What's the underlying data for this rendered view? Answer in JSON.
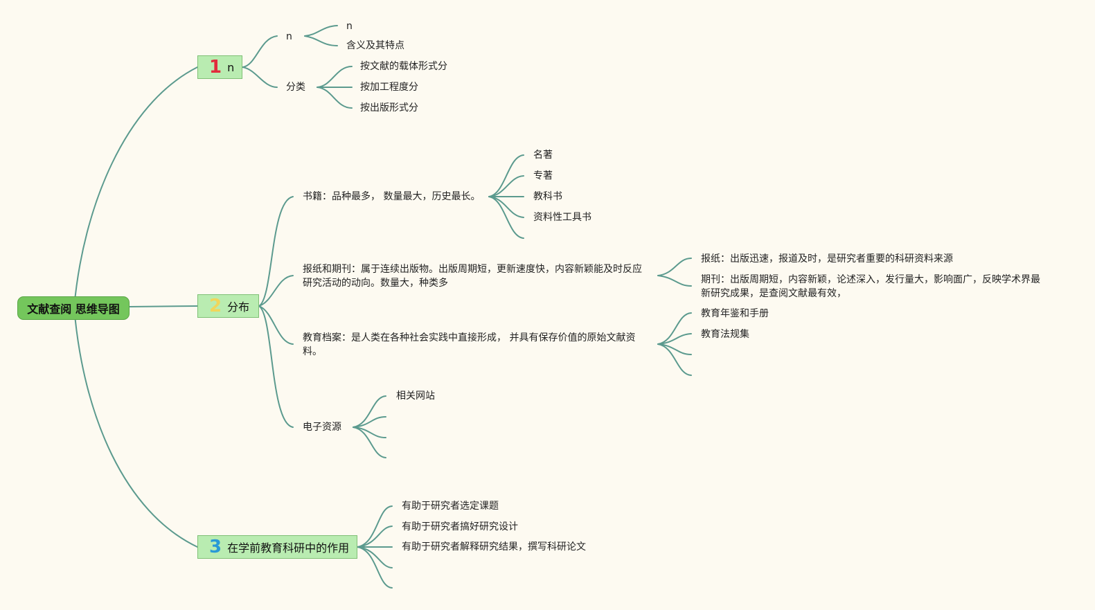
{
  "root": {
    "label": "文献查阅 思维导图"
  },
  "colors": {
    "background": "#fdfaf1",
    "link": "#5b9a8e",
    "root_fill": "#74c65c",
    "topic_fill": "#b9ecb1"
  },
  "topics": [
    {
      "number": "1",
      "label": "n",
      "children": [
        {
          "label": "n",
          "children": [
            "n",
            "含义及其特点"
          ]
        },
        {
          "label": "分类",
          "children": [
            "按文献的载体形式分",
            "按加工程度分",
            "按出版形式分"
          ]
        }
      ]
    },
    {
      "number": "2",
      "label": "分布",
      "children": [
        {
          "label": "书籍：品种最多， 数量最大，历史最长。",
          "children": [
            "名著",
            "专著",
            "教科书",
            "资料性工具书"
          ]
        },
        {
          "label": "报纸和期刊：属于连续出版物。出版周期短，更新速度快，内容新颖能及时反应研究活动的动向。数量大，种类多",
          "children": [
            "报纸：出版迅速，报道及时，是研究者重要的科研资料来源",
            "期刊：出版周期短，内容新颖，论述深入，发行量大，影响面广，反映学术界最新研究成果，是查阅文献最有效，"
          ]
        },
        {
          "label": "教育档案：是人类在各种社会实践中直接形成， 并具有保存价值的原始文献资料。",
          "children": [
            "教育年鉴和手册",
            "教育法规集"
          ]
        },
        {
          "label": "电子资源",
          "children": [
            "相关网站"
          ]
        }
      ]
    },
    {
      "number": "3",
      "label": "在学前教育科研中的作用",
      "children": [
        "有助于研究者选定课题",
        "有助于研究者搞好研究设计",
        "有助于研究者解释研究结果，撰写科研论文"
      ]
    }
  ]
}
